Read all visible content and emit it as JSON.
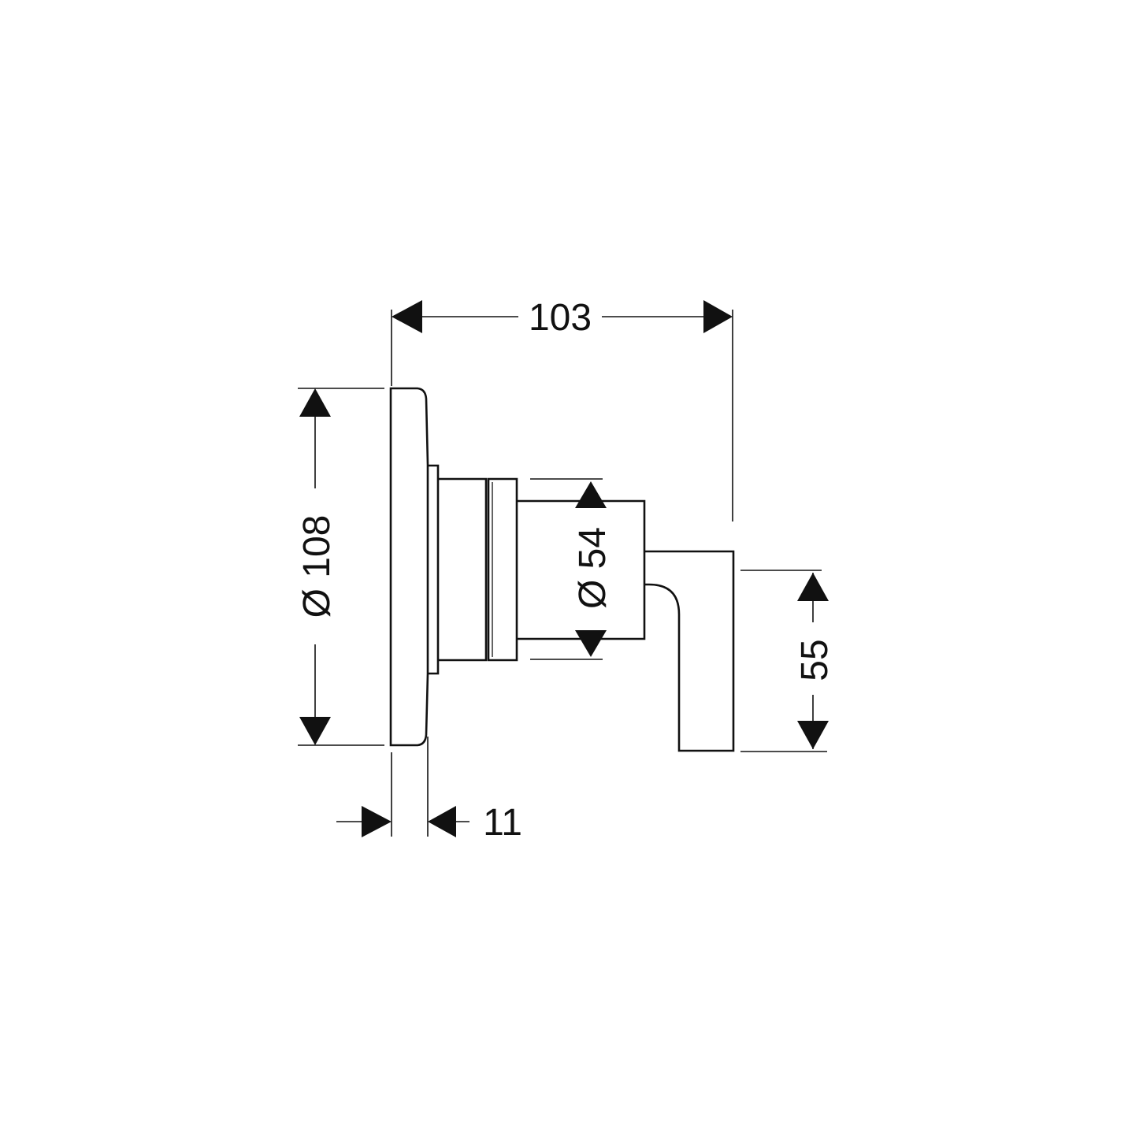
{
  "drawing": {
    "line_color": "#111111",
    "background": "#ffffff",
    "dimensions": {
      "overall_depth": {
        "label": "103",
        "value": 103
      },
      "rosette_diameter": {
        "label": "Ø 108",
        "value": 108
      },
      "body_diameter": {
        "label": "Ø 54",
        "value": 54
      },
      "rosette_thickness": {
        "label": "11",
        "value": 11
      },
      "lever_height": {
        "label": "55",
        "value": 55
      }
    }
  }
}
